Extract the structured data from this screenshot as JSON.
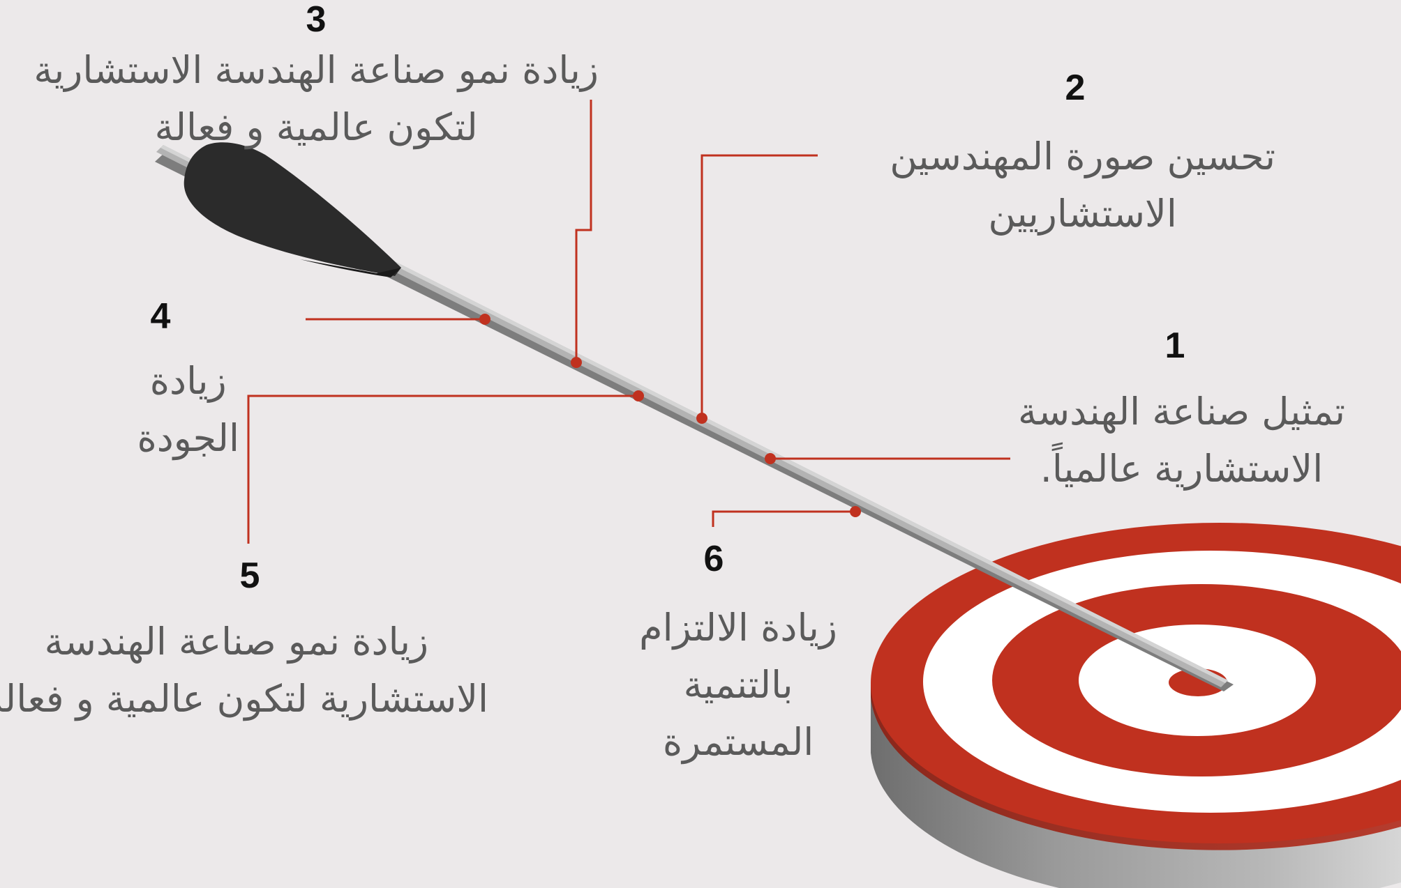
{
  "colors": {
    "background": "#ece9ea",
    "accent_red": "#c0311f",
    "leader_line": "#c0311f",
    "shaft": "#a9a9a9",
    "fletching": "#2b2b2b",
    "target_white": "#ffffff",
    "target_side": "#8c8c8c",
    "text": "#5a5a5a",
    "number": "#111111"
  },
  "icons": {
    "arrow": "arrow-icon",
    "target": "bullseye-target-icon"
  },
  "items": [
    {
      "number": "1",
      "line1": "تمثيل صناعة الهندسة",
      "line2": "الاستشارية  عالمياً."
    },
    {
      "number": "2",
      "line1": "تحسين صورة المهندسين",
      "line2": "الاستشاريين"
    },
    {
      "number": "3",
      "line1": "زيادة نمو صناعة الهندسة الاستشارية",
      "line2": "لتكون عالمية و فعالة"
    },
    {
      "number": "4",
      "line1": "زيادة",
      "line2": "الجودة"
    },
    {
      "number": "5",
      "line1": "زيادة نمو صناعة الهندسة",
      "line2": "الاستشارية لتكون عالمية و فعالة"
    },
    {
      "number": "6",
      "line1": "زيادة الالتزام",
      "line2": "بالتنمية",
      "line3": "المستمرة"
    }
  ]
}
